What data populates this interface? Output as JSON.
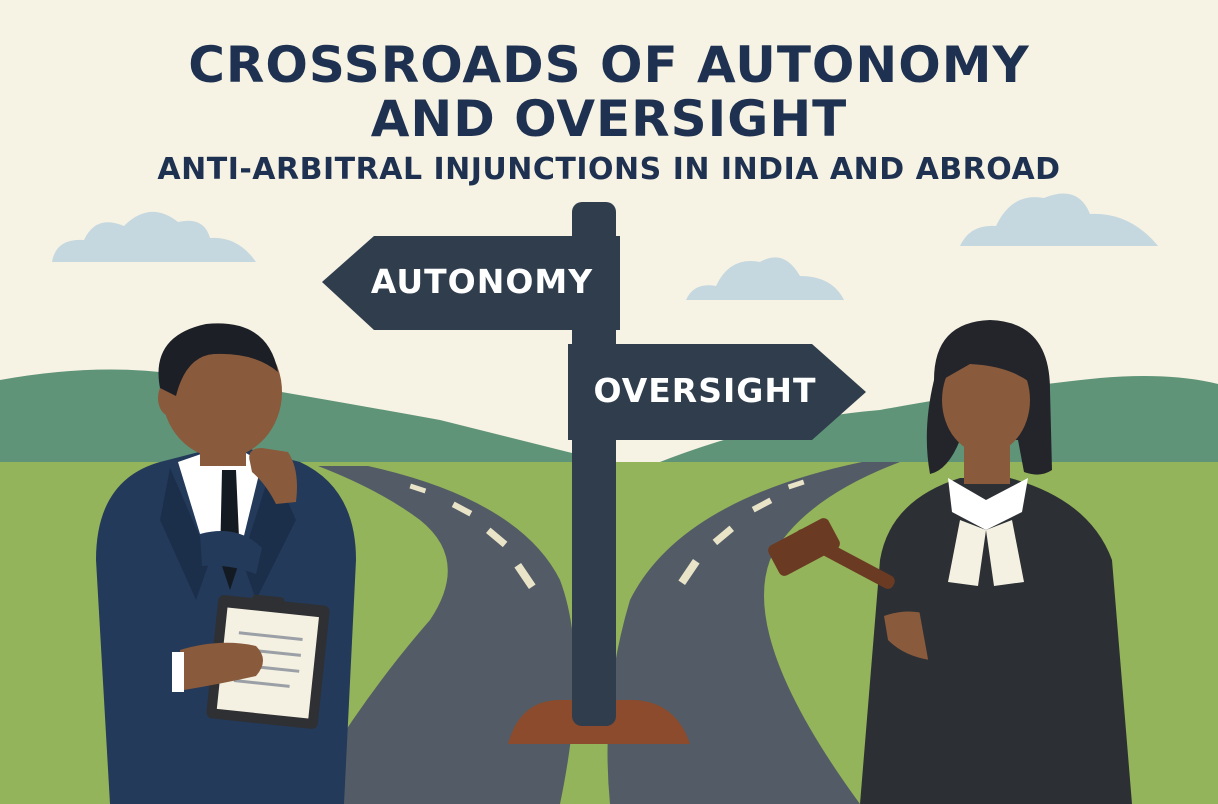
{
  "title": {
    "line1": "CROSSROADS OF AUTONOMY",
    "line2": "AND OVERSIGHT",
    "subtitle": "ANTI-ARBITRAL INJUNCTIONS IN INDIA AND ABROAD"
  },
  "signpost": {
    "left_sign": "AUTONOMY",
    "right_sign": "OVERSIGHT"
  },
  "colors": {
    "sky": "#f6f2e4",
    "title": "#1f3150",
    "sign": "#2f3d4d",
    "grass": "#93b45a",
    "hills": "#5f9478",
    "road": "#535c66",
    "suit": "#233a5a",
    "robe": "#2c3034",
    "skin": "#8a5a3c",
    "gavel": "#6b3a22"
  },
  "icons": [
    "cloud-icon",
    "signpost-icon",
    "clipboard-icon",
    "gavel-icon"
  ]
}
